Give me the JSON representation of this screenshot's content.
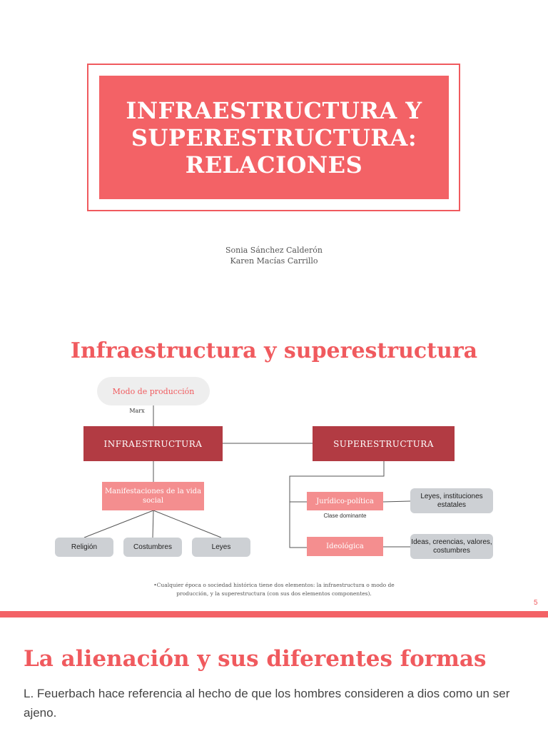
{
  "title_slide": {
    "title": "INFRAESTRUCTURA Y\nSUPERESTRUCTURA:\nRELACIONES",
    "authors": [
      "Sonia Sánchez Calderón",
      "Karen Macías Carrillo"
    ]
  },
  "slide2": {
    "heading": "Infraestructura y superestructura",
    "diagram": {
      "mode_of_production": "Modo de producción",
      "marx": "Marx",
      "infra": "INFRAESTRUCTURA",
      "super": "SUPERESTRUCTURA",
      "manifestaciones": "Manifestaciones de la vida social",
      "religion": "Religión",
      "costumbres": "Costumbres",
      "leyes": "Leyes",
      "juridico": "Jurídico-política",
      "clase": "Clase dominante",
      "ideologica": "Ideológica",
      "leyes_inst": "Leyes, instituciones estatales",
      "ideas": "Ideas, creencias, valores, costumbres"
    },
    "footnote": "•Cualquier época o sociedad histórica tiene dos elementos: la infraestructura o modo de producción, y la superestructura (con sus dos elementos componentes).",
    "page_number": "5"
  },
  "slide3": {
    "heading": "La alienación y sus diferentes formas",
    "body": "L. Feuerbach  hace referencia al hecho de que los hombres consideren a dios como un ser ajeno."
  },
  "colors": {
    "accent": "#f36266",
    "dark_node": "#b23b43",
    "pink_node": "#f48e8f",
    "grey_node": "#cdd0d4"
  }
}
